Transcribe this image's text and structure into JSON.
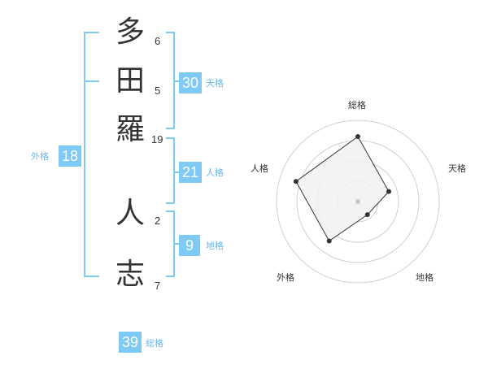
{
  "name": {
    "characters": [
      {
        "char": "多",
        "strokes": "6"
      },
      {
        "char": "田",
        "strokes": "5"
      },
      {
        "char": "羅",
        "strokes": "19"
      },
      {
        "char": "人",
        "strokes": "2"
      },
      {
        "char": "志",
        "strokes": "7"
      }
    ]
  },
  "kaku": {
    "tenkaku": {
      "value": "30",
      "label": "天格"
    },
    "jinkaku": {
      "value": "21",
      "label": "人格"
    },
    "chikaku": {
      "value": "9",
      "label": "地格"
    },
    "gaikaku": {
      "value": "18",
      "label": "外格"
    },
    "soukaku": {
      "value": "39",
      "label": "総格"
    }
  },
  "radar": {
    "labels": {
      "soukaku": "総格",
      "tenkaku": "天格",
      "chikaku": "地格",
      "gaikaku": "外格",
      "jinkaku": "人格"
    },
    "scale_max": 5,
    "rings": 4,
    "values": {
      "soukaku": 4.0,
      "tenkaku": 2.0,
      "chikaku": 1.0,
      "gaikaku": 3.0,
      "jinkaku": 4.0
    }
  },
  "colors": {
    "accent": "#7fc9f5",
    "label_blue": "#6ab8ee",
    "text": "#333333",
    "ring": "#d0d0d0",
    "fill": "#f1f1f1",
    "line": "#333333",
    "center_dot": "#c8c8c8"
  }
}
